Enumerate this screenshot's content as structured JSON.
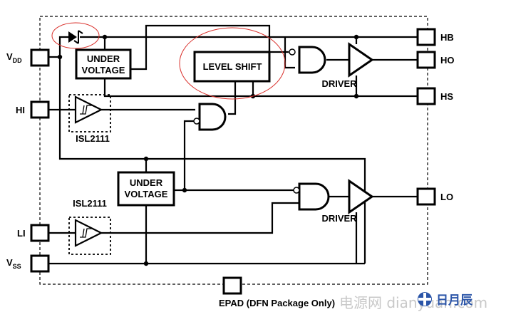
{
  "blocks": {
    "uv_high": [
      "UNDER",
      "VOLTAGE"
    ],
    "uv_low": [
      "UNDER",
      "VOLTAGE"
    ],
    "level_shift": "LEVEL SHIFT",
    "driver_high": "DRIVER",
    "driver_low": "DRIVER",
    "isl_high": "ISL2111",
    "isl_low": "ISL2111"
  },
  "pins": {
    "vdd": {
      "main": "V",
      "sub": "DD"
    },
    "hi": "HI",
    "li": "LI",
    "vss": {
      "main": "V",
      "sub": "SS"
    },
    "hb": "HB",
    "ho": "HO",
    "hs": "HS",
    "lo": "LO",
    "epad": "EPAD (DFN Package Only)"
  },
  "watermark": {
    "text": "电源网 dianyuan.com",
    "logo_text": "日月辰"
  },
  "colors": {
    "line": "#000000",
    "highlight": "#d9302b",
    "watermark": "#c8c8c8",
    "logo": "#2b55a8"
  }
}
